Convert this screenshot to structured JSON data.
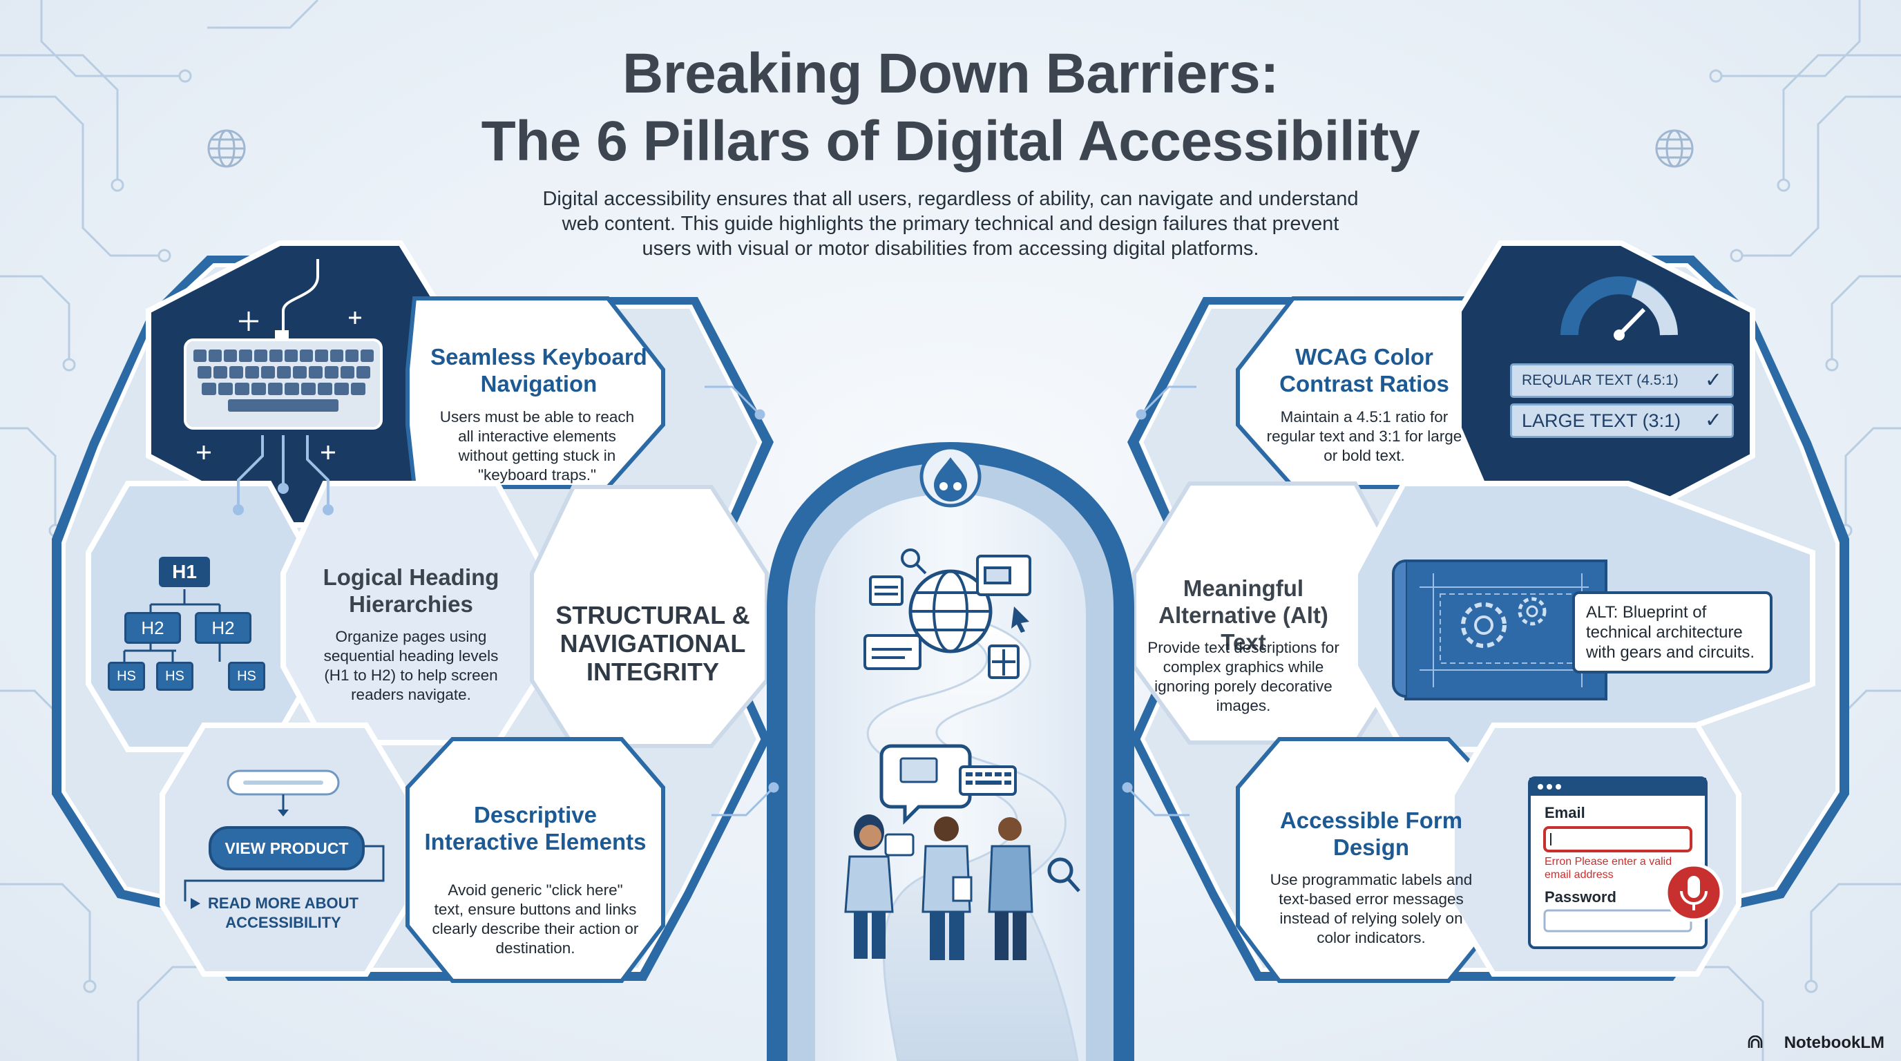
{
  "title": {
    "line1": "Breaking Down Barriers:",
    "line2": "The 6 Pillars of Digital Accessibility"
  },
  "subtitle": "Digital accessibility ensures that all users, regardless of ability, can navigate and understand web content. This guide highlights the primary technical and design failures that prevent users with visual or motor disabilities from accessing digital platforms.",
  "center_label": "STRUCTURAL & NAVIGATIONAL INTEGRITY",
  "colors": {
    "navy": "#183a63",
    "blue": "#2c6aa6",
    "light_blue": "#cfdeee",
    "accent_red": "#c8302f"
  },
  "pillars": {
    "keyboard": {
      "title": "Seamless Keyboard Navigation",
      "desc": "Users must be able to reach all interactive elements without getting stuck in \"keyboard traps.\"",
      "icon": "keyboard-icon"
    },
    "headings": {
      "title": "Logical Heading Hierarchies",
      "desc": "Organize pages using sequential heading levels (H1 to H2) to help screen readers navigate.",
      "icon": "heading-tree-icon"
    },
    "interactive": {
      "title": "Descriptive Interactive Elements",
      "desc": "Avoid generic \"click here\" text, ensure buttons and links clearly describe their action or destination.",
      "icon": "button-flow-icon"
    },
    "contrast": {
      "title": "WCAG Color Contrast Ratios",
      "desc": "Maintain a 4.5:1 ratio for regular text and 3:1 for large or bold text.",
      "icon": "gauge-icon"
    },
    "alttext": {
      "title": "Meaningful Alternative (Alt) Text",
      "desc": "Provide text descriptions for complex graphics while ignoring porely decorative images.",
      "icon": "blueprint-icon"
    },
    "forms": {
      "title": "Accessible Form Design",
      "desc": "Use programmatic labels and text-based error messages instead of relying solely on color indicators.",
      "icon": "form-icon"
    }
  },
  "heading_tree": {
    "h1": "H1",
    "h2": [
      "H2",
      "H2"
    ],
    "h3": [
      "HS",
      "HS",
      "HS"
    ]
  },
  "button_flow": {
    "button": "VIEW PRODUCT",
    "link": "READ MORE ABOUT ACCESSIBILITY"
  },
  "contrast_rows": [
    {
      "label": "REQULAR TEXT (4.5:1)",
      "check": "✓"
    },
    {
      "label": "LARGE TEXT (3:1)",
      "check": "✓"
    }
  ],
  "alt_callout": "ALT: Blueprint of technical architecture with gears and circuits.",
  "form": {
    "email_label": "Email",
    "error": "Erron Please enter a valid email address",
    "password_label": "Password"
  },
  "brand": "NotebookLM"
}
